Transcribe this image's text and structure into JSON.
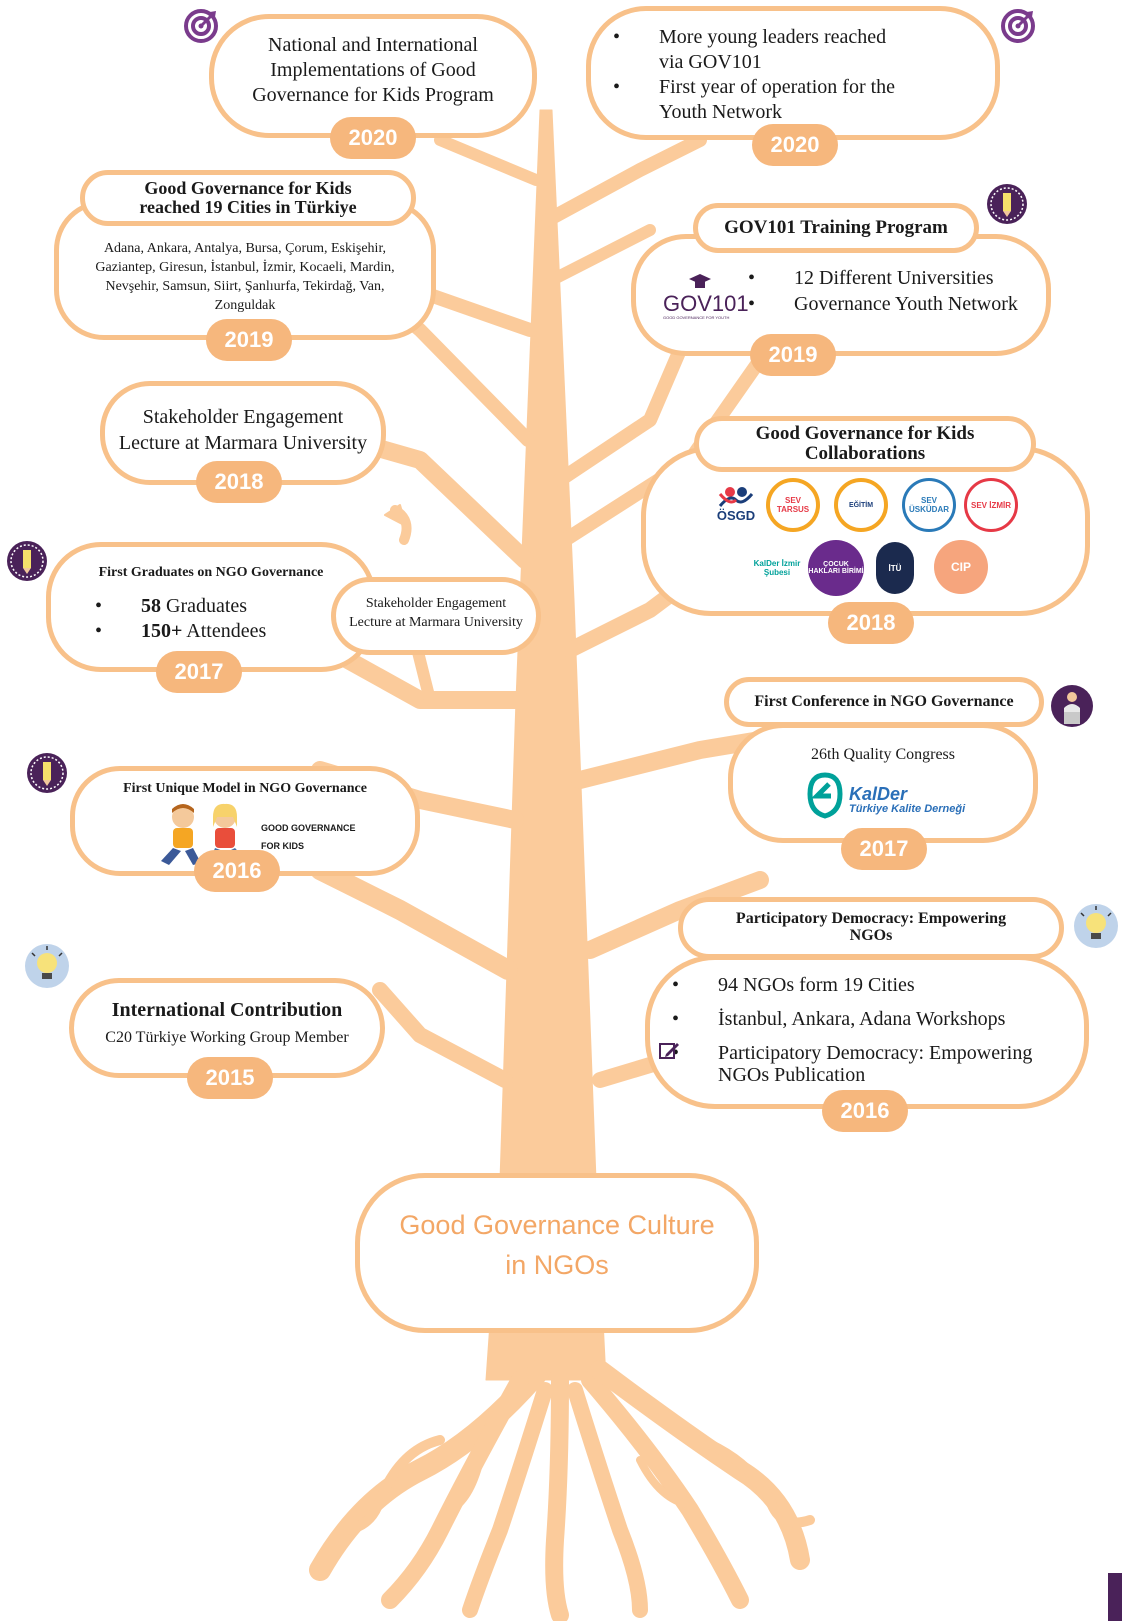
{
  "root": {
    "line1": "Good Governance Culture",
    "line2": "in NGOs"
  },
  "left": [
    {
      "title_l1": "National and International",
      "title_l2": "Implementations of Good",
      "title_l3": "Governance for Kids Program",
      "year": "2020",
      "icon": "target-icon"
    },
    {
      "pill_l1": "Good Governance for Kids",
      "pill_l2": "reached 19 Cities in Türkiye",
      "body_l1": "Adana, Ankara, Antalya, Bursa, Çorum, Eskişehir,",
      "body_l2": "Gaziantep, Giresun, İstanbul, İzmir, Kocaeli, Mardin,",
      "body_l3": "Nevşehir, Samsun, Siirt, Şanlıurfa, Tekirdağ, Van,",
      "body_l4": "Zonguldak",
      "year": "2019"
    },
    {
      "title_l1": "Stakeholder Engagement",
      "title_l2": "Lecture at Marmara University",
      "year": "2018"
    },
    {
      "title": "First Graduates on NGO Governance",
      "items": [
        {
          "num": "58",
          "text": " Graduates"
        },
        {
          "num": "150+",
          "text": " Attendees"
        }
      ],
      "year": "2017",
      "icon": "pencil-badge-icon",
      "side_l1": "Stakeholder Engagement",
      "side_l2": "Lecture at Marmara University"
    },
    {
      "title": "First Unique Model in NGO Governance",
      "logo_l1": "GOOD GOVERNANCE",
      "logo_l2": "FOR KIDS",
      "year": "2016",
      "icon": "pencil-badge-icon"
    },
    {
      "title": "International Contribution",
      "subtitle": "C20 Türkiye Working Group Member",
      "year": "2015",
      "icon": "lightbulb-icon"
    }
  ],
  "right": [
    {
      "items": [
        "More young leaders reached",
        "via GOV101",
        "First year of operation for the",
        "Youth Network"
      ],
      "year": "2020",
      "icon": "target-icon"
    },
    {
      "pill": "GOV101 Training Program",
      "logo": "GOV101",
      "logo_sub": "GOOD GOVERNANCE FOR YOUTH",
      "items": [
        "12 Different Universities",
        "Governance Youth Network"
      ],
      "year": "2019",
      "icon": "pencil-badge-icon"
    },
    {
      "pill_l1": "Good Governance for Kids",
      "pill_l2": "Collaborations",
      "logos": [
        "ÖSGD",
        "SEV TARSUS",
        "EĞİTİM",
        "SEV ÜSKÜDAR",
        "SEV İZMİR",
        "KalDer İzmir Şubesi",
        "ÇOCUK HAKLARI BİRİMİ",
        "İTÜ",
        "CIP"
      ],
      "year": "2018"
    },
    {
      "pill": "First Conference in NGO Governance",
      "sub": "26th Quality Congress",
      "logo_l1": "KalDer",
      "logo_l2": "Türkiye Kalite Derneği",
      "year": "2017",
      "icon": "speaker-podium-icon"
    },
    {
      "pill_l1": "Participatory Democracy: Empowering",
      "pill_l2": "NGOs",
      "items": [
        "94 NGOs form 19 Cities",
        "İstanbul, Ankara, Adana Workshops",
        "Participatory Democracy: Empowering",
        "NGOs Publication"
      ],
      "year": "2016",
      "icon": "lightbulb-icon"
    }
  ],
  "colors": {
    "trunk": "#fbcb9b",
    "border": "#f8c18a",
    "year": "#f6b77d",
    "purple": "#4a2259",
    "root_text": "#f3a766"
  }
}
